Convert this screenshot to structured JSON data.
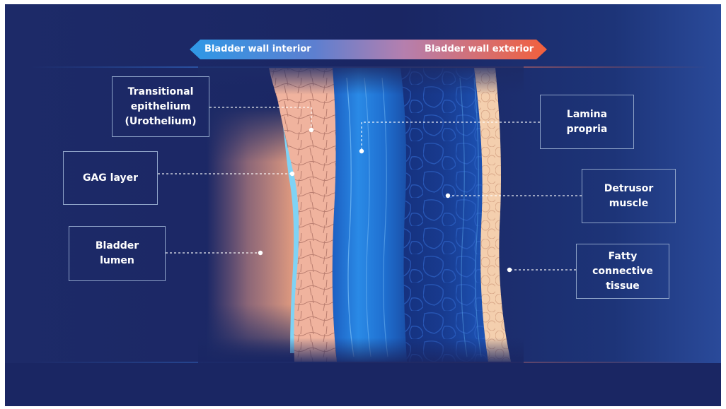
{
  "diagram": {
    "header_arrow": {
      "left_label": "Bladder wall interior",
      "right_label": "Bladder wall exterior",
      "left_color": "#3aa0e8",
      "right_color": "#f05a3c"
    },
    "labels": {
      "transitional_epithelium": [
        "Transitional",
        "epithelium",
        "(Urothelium)"
      ],
      "gag_layer": [
        "GAG layer"
      ],
      "bladder_lumen": [
        "Bladder",
        "lumen"
      ],
      "lamina_propria": [
        "Lamina",
        "propria"
      ],
      "detrusor_muscle": [
        "Detrusor",
        "muscle"
      ],
      "fatty_connective_tissue": [
        "Fatty",
        "connective",
        "tissue"
      ]
    },
    "colors": {
      "background": "#1c2a66",
      "background_dark": "#15205a",
      "lumen_glow": "#f2a07e",
      "gag_layer": "#7fd3f5",
      "urothelium": "#f2b5a0",
      "lamina_propria": "#1f78d6",
      "detrusor": "#1a3f9a",
      "fatty_tissue": "#f2c9a8",
      "box_border": "#8ea3c8",
      "leader_line": "#ffffff"
    }
  }
}
